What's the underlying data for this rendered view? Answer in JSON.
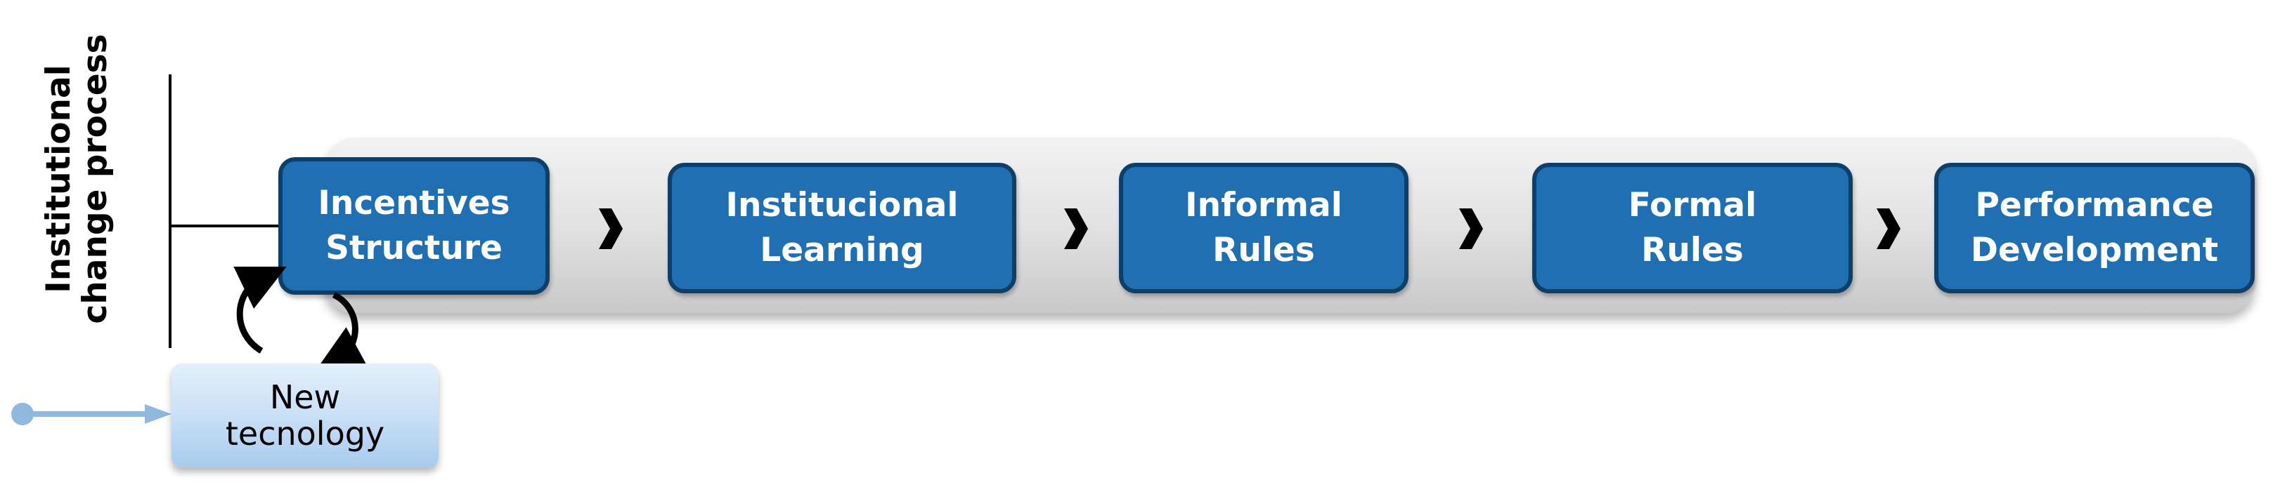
{
  "axis": {
    "title": "Institutional change process"
  },
  "process": {
    "steps": [
      {
        "label": "Incentives\nStructure"
      },
      {
        "label": "Institucional\nLearning"
      },
      {
        "label": "Informal\nRules"
      },
      {
        "label": "Formal\nRules"
      },
      {
        "label": "Performance\nDevelopment"
      }
    ]
  },
  "input": {
    "label": "New\ntecnology"
  },
  "colors": {
    "step_fill": "#1f6fb2",
    "step_border": "#0e3f68",
    "input_fill": "#c6def6",
    "input_arrow": "#8fb8de"
  },
  "icons": {
    "transition": "chevron-right-icon",
    "feedback": "cycle-arrows-icon",
    "input": "input-arrow-icon"
  }
}
